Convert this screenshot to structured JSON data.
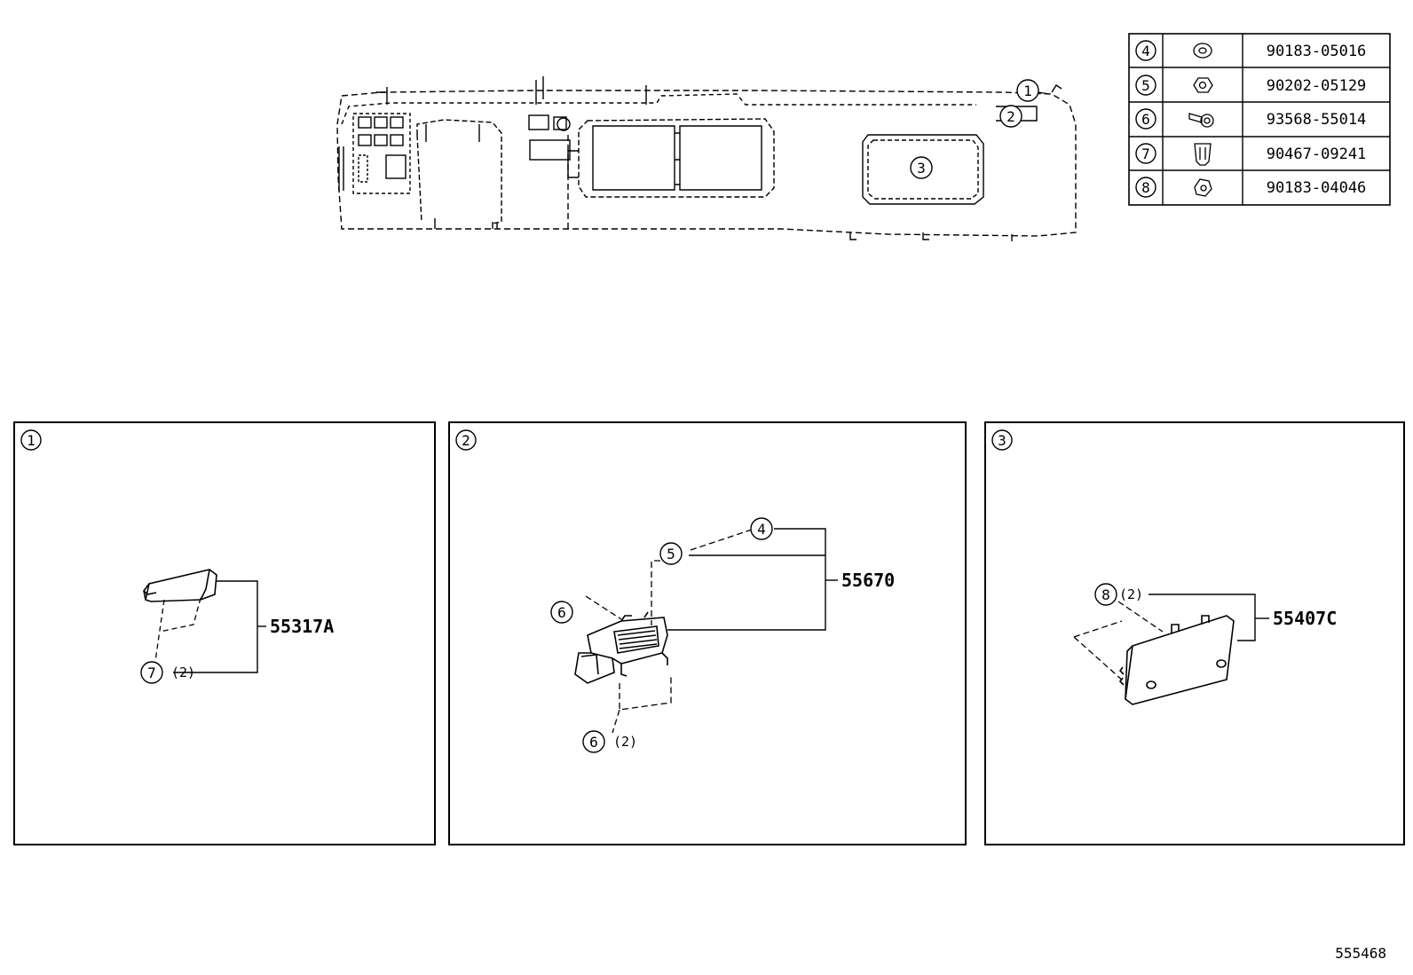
{
  "overview": {
    "callouts": [
      "1",
      "2",
      "3"
    ]
  },
  "legend": {
    "rows": [
      {
        "ref": "4",
        "icon": "washer-icon",
        "part": "90183-05016"
      },
      {
        "ref": "5",
        "icon": "nut-icon",
        "part": "90202-05129"
      },
      {
        "ref": "6",
        "icon": "screw-icon",
        "part": "93568-55014"
      },
      {
        "ref": "7",
        "icon": "clip-icon",
        "part": "90467-09241"
      },
      {
        "ref": "8",
        "icon": "retainer-icon",
        "part": "90183-04046"
      }
    ]
  },
  "detail1": {
    "label": "1",
    "part_number": "55317A",
    "fastener_ref": "7",
    "fastener_qty": "(2)"
  },
  "detail2": {
    "label": "2",
    "part_number": "55670",
    "refs": [
      "4",
      "5",
      "6",
      "6"
    ],
    "qty": "(2)"
  },
  "detail3": {
    "label": "3",
    "part_number": "55407C",
    "fastener_ref": "8",
    "fastener_qty": "(2)"
  },
  "doc_id": "555468"
}
